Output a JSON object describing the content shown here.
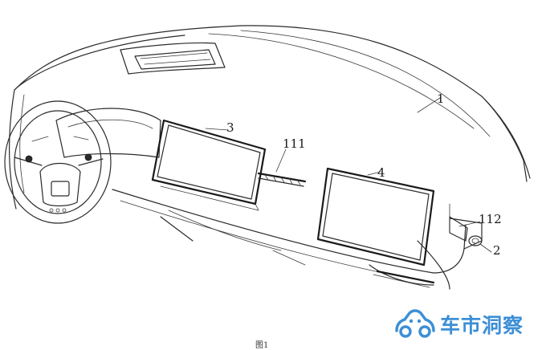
{
  "figure": {
    "labels": {
      "dashboard": "1",
      "bracket": "111",
      "side_unit": "112",
      "knob": "2",
      "center_screen": "3",
      "passenger_screen": "4"
    },
    "caption": "图1"
  },
  "watermark": {
    "text": "车市洞察",
    "icon": "car-icon",
    "color": "#3d8fd6"
  }
}
